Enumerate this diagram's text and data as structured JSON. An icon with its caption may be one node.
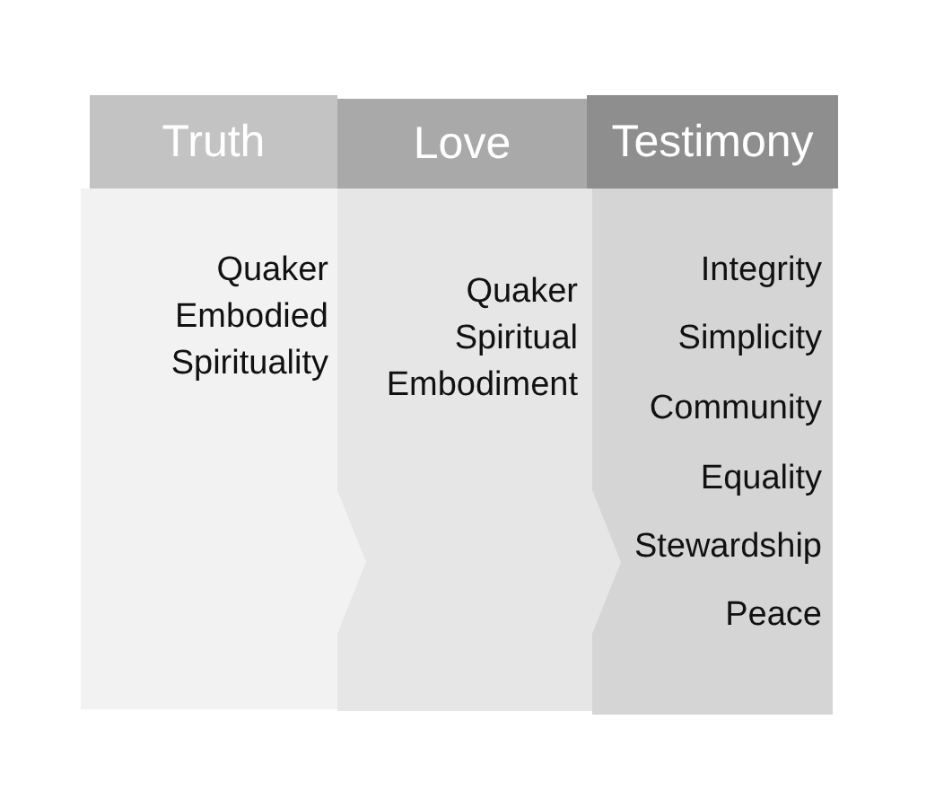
{
  "diagram": {
    "nodes": [
      {
        "text": [
          "Truth"
        ]
      },
      {
        "text": [
          "Quaker Embodied Spirituality"
        ]
      },
      {
        "text": [
          "Love"
        ]
      },
      {
        "text": [
          "Quaker Spiritual Embodiment"
        ]
      },
      {
        "text": [
          "Testimony"
        ]
      },
      {
        "text": [
          "Integrity",
          "Simplicity",
          "Community",
          "Equality",
          "Stewardship",
          "Peace"
        ]
      }
    ]
  }
}
